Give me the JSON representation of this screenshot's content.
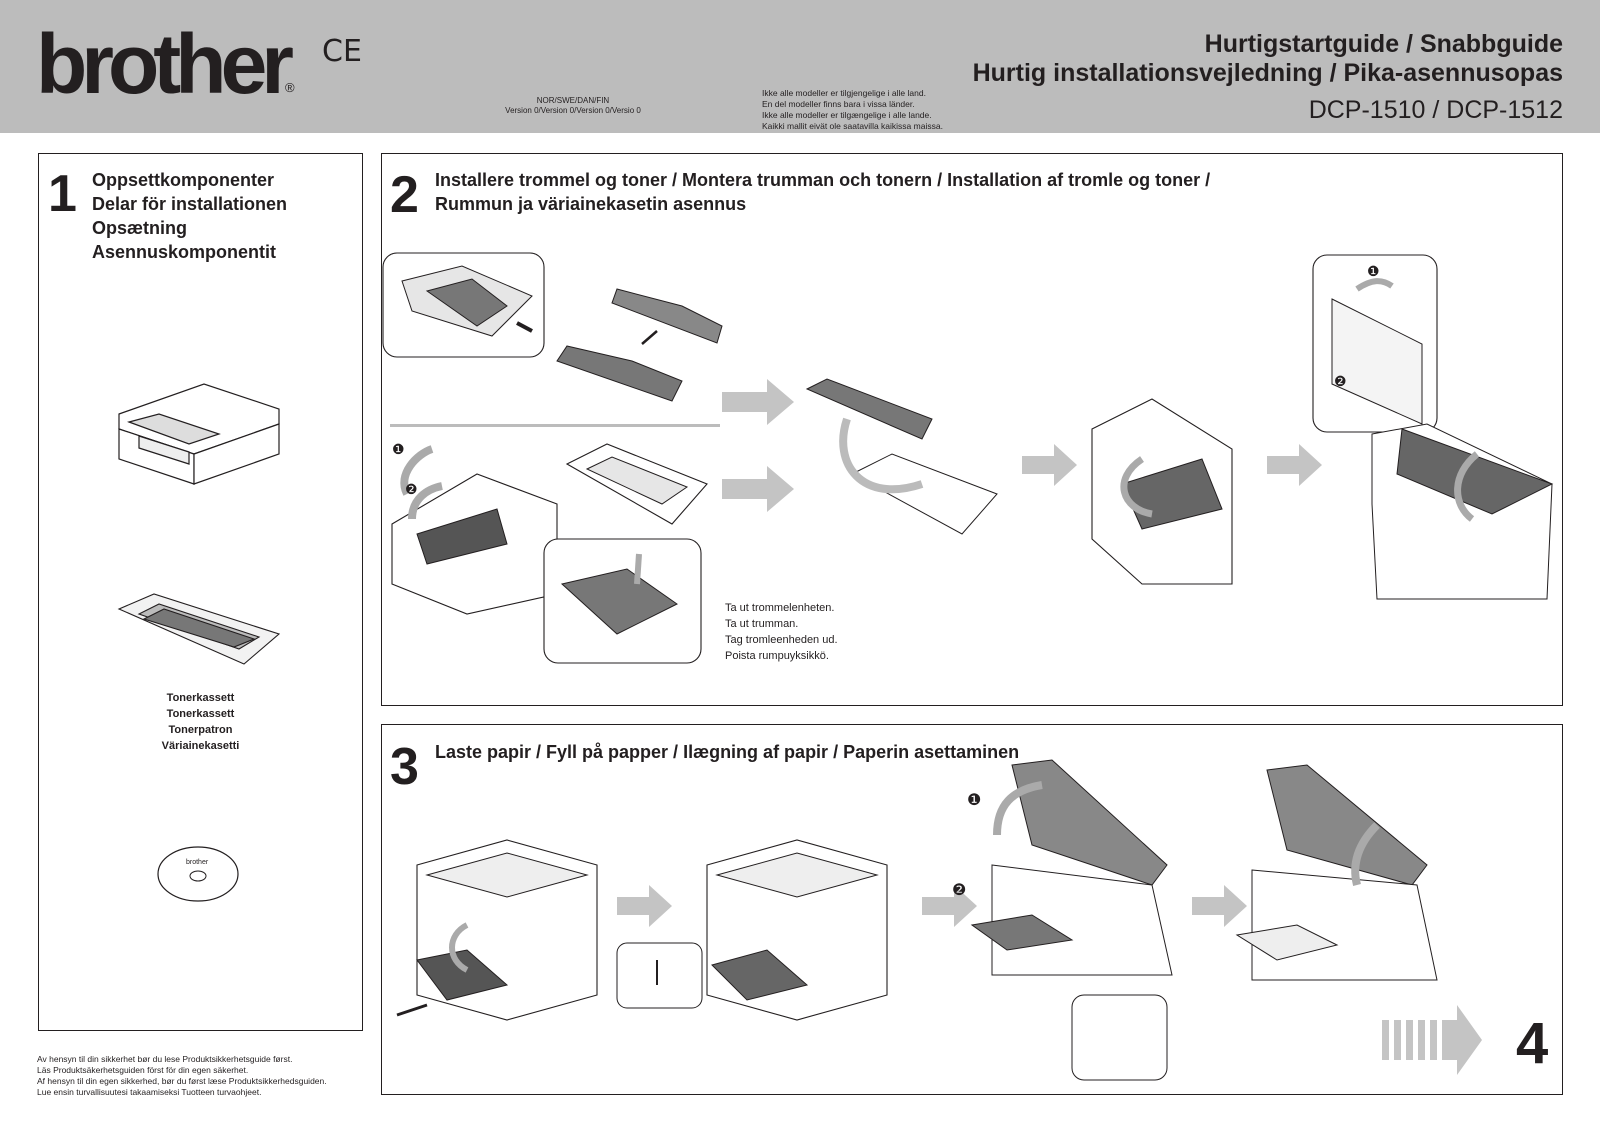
{
  "header": {
    "logo": "brother",
    "ce_mark": "CE",
    "version_line1": "NOR/SWE/DAN/FIN",
    "version_line2": "Version 0/Version 0/Version 0/Versio 0",
    "availability": [
      "Ikke alle modeller er tilgjengelige i alle land.",
      "En del modeller finns bara i vissa länder.",
      "Ikke alle modeller er tilgængelige i alle lande.",
      "Kaikki mallit eivät ole saatavilla kaikissa maissa."
    ],
    "title1": "Hurtigstartguide / Snabbguide",
    "title2": "Hurtig installationsvejledning / Pika-asennusopas",
    "model": "DCP-1510 / DCP-1512"
  },
  "step1": {
    "number": "1",
    "titles": [
      "Oppsettkomponenter",
      "Delar för installationen",
      "Opsætning",
      "Asennuskomponentit"
    ],
    "toner_labels": [
      "Tonerkassett",
      "Tonerkassett",
      "Tonerpatron",
      "Väriainekasetti"
    ],
    "cd_label": "brother"
  },
  "step2": {
    "number": "2",
    "title_line1": "Installere trommel og toner / Montera trumman och tonern / Installation af tromle og toner /",
    "title_line2": "Rummun ja väriainekasetin asennus",
    "callout1": "❶",
    "callout2": "❷",
    "caption": [
      "Ta ut trommelenheten.",
      "Ta ut trumman.",
      "Tag tromleenheden ud.",
      "Poista rumpuyksikkö."
    ]
  },
  "step3": {
    "number": "3",
    "title": "Laste papir / Fyll på papper / Ilægning af papir / Paperin asettaminen",
    "callout1": "❶",
    "callout2": "❷",
    "next_step": "4"
  },
  "footer": [
    "Av hensyn til din sikkerhet bør du lese Produktsikkerhetsguide først.",
    "Läs Produktsäkerhetsguiden först för din egen säkerhet.",
    "Af hensyn til din egen sikkerhed, bør du først læse Produktsikkerhedsguiden.",
    "Lue ensin turvallisuutesi takaamiseksi Tuotteen turvaohjeet."
  ]
}
